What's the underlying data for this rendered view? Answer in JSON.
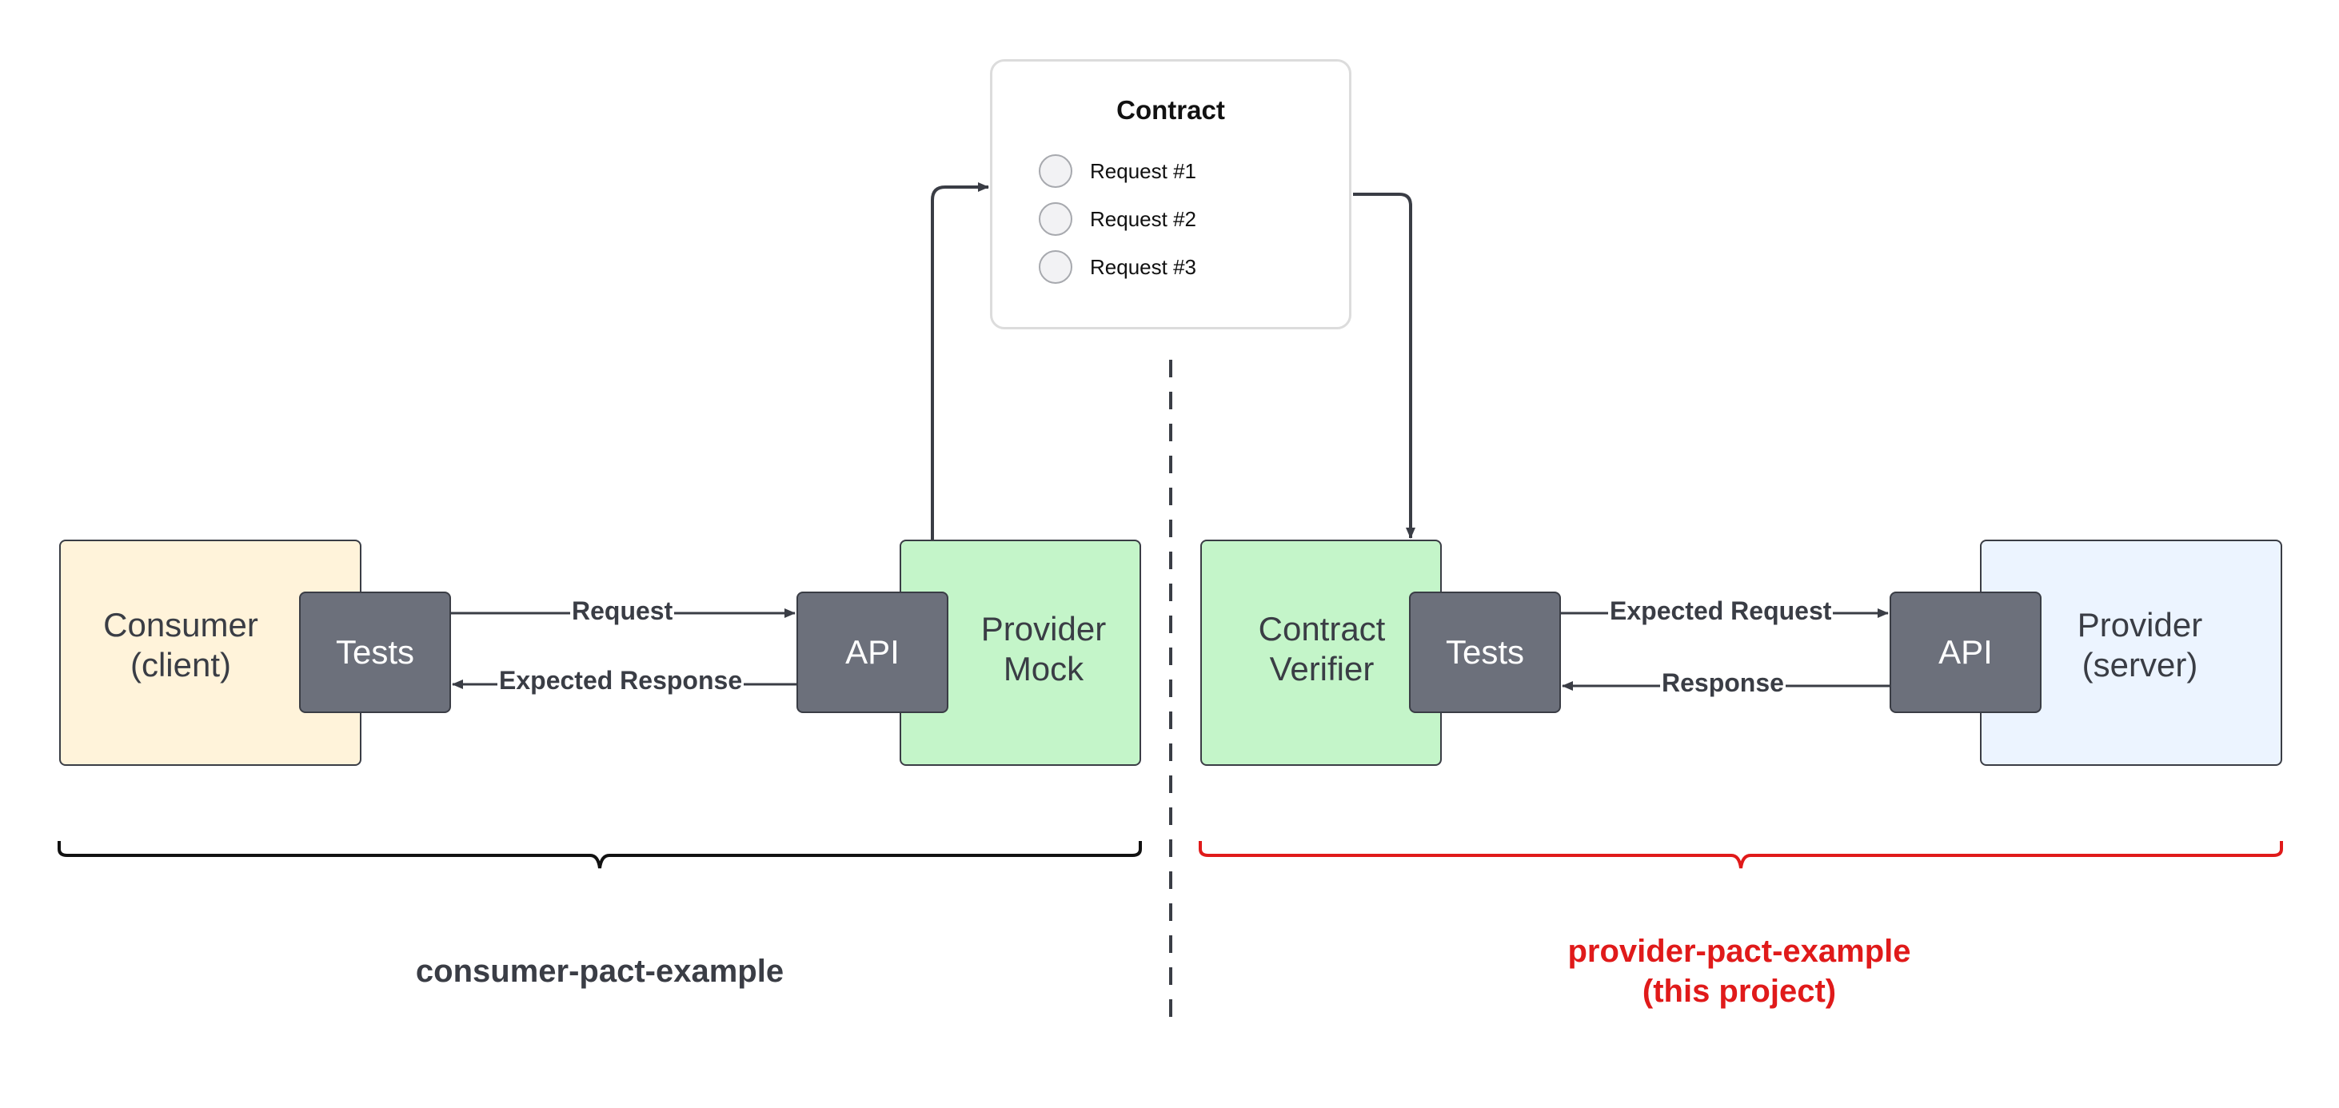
{
  "contract": {
    "title": "Contract",
    "requests": [
      "Request #1",
      "Request #2",
      "Request #3"
    ]
  },
  "consumer_side": {
    "consumer": {
      "line1": "Consumer",
      "line2": "(client)"
    },
    "tests": "Tests",
    "api": "API",
    "provider_mock": {
      "line1": "Provider",
      "line2": "Mock"
    },
    "edge_request": "Request",
    "edge_expected_response": "Expected Response",
    "project_label": "consumer-pact-example"
  },
  "provider_side": {
    "contract_verifier": {
      "line1": "Contract",
      "line2": "Verifier"
    },
    "tests": "Tests",
    "api": "API",
    "provider": {
      "line1": "Provider",
      "line2": "(server)"
    },
    "edge_expected_request": "Expected Request",
    "edge_response": "Response",
    "project_label": {
      "line1": "provider-pact-example",
      "line2": "(this project)"
    }
  },
  "colors": {
    "consumer_fill": "#fff3da",
    "mock_fill": "#c4f5c9",
    "provider_fill": "#ecf4ff",
    "dark_box": "#6c707b",
    "stroke": "#3a3d45",
    "highlight_red": "#e01a1a"
  }
}
